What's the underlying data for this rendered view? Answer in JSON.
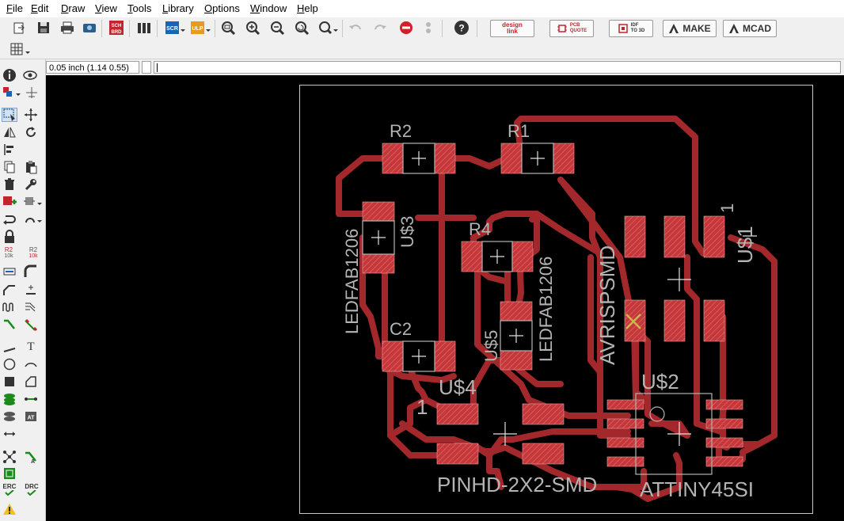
{
  "menu": {
    "items": [
      {
        "first": "F",
        "rest": "ile"
      },
      {
        "first": "E",
        "rest": "dit"
      },
      {
        "first": "D",
        "rest": "raw"
      },
      {
        "first": "V",
        "rest": "iew"
      },
      {
        "first": "T",
        "rest": "ools"
      },
      {
        "first": "L",
        "rest": "ibrary"
      },
      {
        "first": "O",
        "rest": "ptions"
      },
      {
        "first": "W",
        "rest": "indow"
      },
      {
        "first": "H",
        "rest": "elp"
      }
    ]
  },
  "toolbar": {
    "scr_label": "SCR",
    "ulp_label": "ULP",
    "sch_label": "SCH",
    "brd_label": "BRD",
    "designlink_1": "design",
    "designlink_2": "link",
    "pcbquote_1": "PCB",
    "pcbquote_2": "QUOTE",
    "idf_1": "IDF",
    "idf_2": "TO 3D",
    "make_label": "MAKE",
    "mcad_label": "MCAD",
    "help_label": "?"
  },
  "coord": {
    "grid_readout": "0.05 inch (1.14 0.55)"
  },
  "lefttools": {
    "text_tool_label": "T",
    "erc_label": "ERC",
    "drc_label": "DRC",
    "name_label": "R2",
    "name_sub": "10k",
    "value_label": "R2",
    "value_sub": "10k",
    "attr_label": "AT",
    "autorouter_label": "A"
  },
  "board": {
    "labels": {
      "r2": "R2",
      "r1": "R1",
      "r4": "R4",
      "c2": "C2",
      "u3": "U$3",
      "u1": "U$1",
      "u5": "U$5",
      "u4": "U$4",
      "u2": "U$2",
      "led1": "LEDFAB1206",
      "led2": "LEDFAB1206",
      "avr": "AVRISPSMD",
      "pinhd": "PINHD-2X2-SMD",
      "attiny": "ATTINY45SI",
      "pin1_u4": "1",
      "pin1_u1": "1"
    }
  },
  "colors": {
    "trace": "#a3282b",
    "pad": "#c4373a",
    "silk": "#b4b4b4",
    "canvas": "#000000",
    "outline": "#c8c8c8",
    "marker": "#c9b74a"
  }
}
